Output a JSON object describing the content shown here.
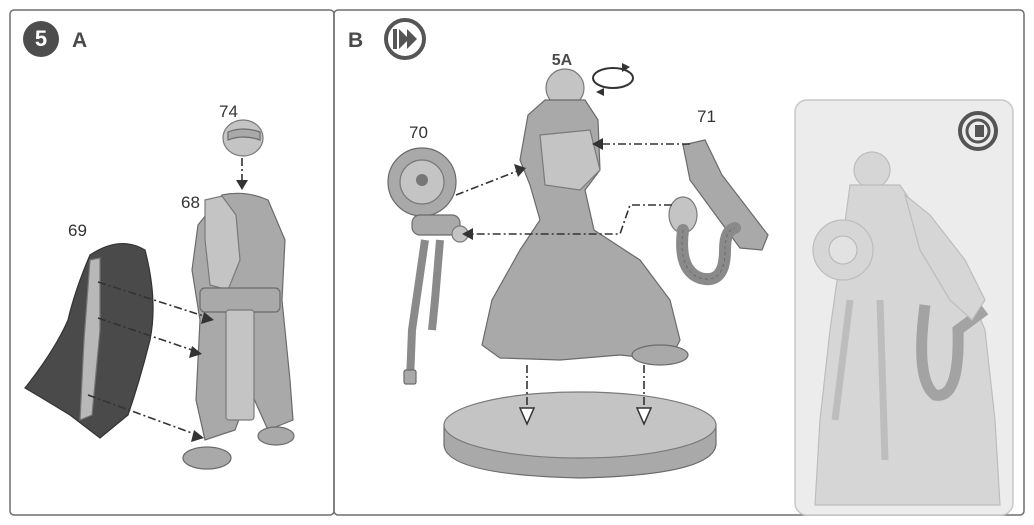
{
  "step": {
    "number": "5"
  },
  "panel_a": {
    "letter": "A"
  },
  "panel_b": {
    "letter": "B",
    "sub_label": "5A"
  },
  "parts": {
    "p68": "68",
    "p69": "69",
    "p70": "70",
    "p71": "71",
    "p74": "74"
  },
  "icons": {
    "step_badge": "step-number-badge-icon",
    "skip_forward": "fast-forward-icon",
    "rotate": "rotate-arrows-icon",
    "finished_view": "finished-view-target-icon"
  },
  "colors": {
    "badge": "#4d4d4d",
    "accent": "#555555",
    "border": "#6f6f6f",
    "part_grey": "#a9a9a9"
  }
}
